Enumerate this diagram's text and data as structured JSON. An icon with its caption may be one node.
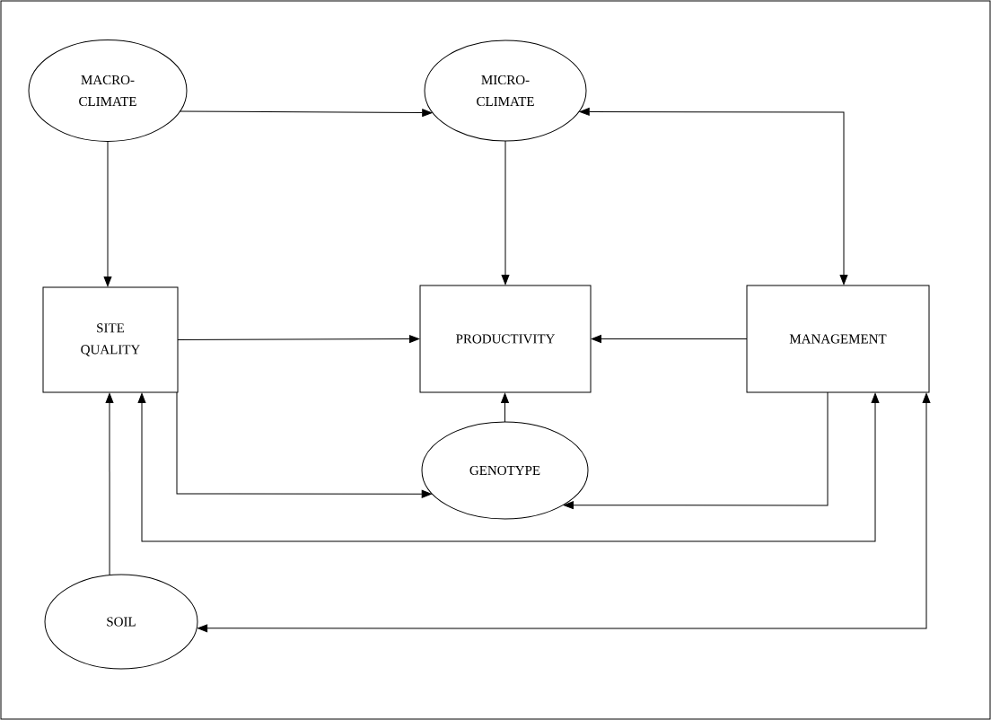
{
  "diagram": {
    "nodes": [
      {
        "text": [
          "MACRO- CLIMATE"
        ]
      },
      {
        "text": [
          "MICRO- CLIMATE"
        ]
      },
      {
        "text": [
          "SITE QUALITY"
        ]
      },
      {
        "text": [
          "PRODUCTIVITY"
        ]
      },
      {
        "text": [
          "MANAGEMENT"
        ]
      },
      {
        "text": [
          "GENOTYPE"
        ]
      },
      {
        "text": [
          "SOIL"
        ]
      }
    ],
    "edges": [
      {
        "from": 0,
        "to": 1,
        "arrow": "to"
      },
      {
        "from": 0,
        "to": 2,
        "arrow": "to"
      },
      {
        "from": 1,
        "to": 3,
        "arrow": "to"
      },
      {
        "from": 1,
        "to": 4,
        "arrow": "both"
      },
      {
        "from": 2,
        "to": 3,
        "arrow": "to"
      },
      {
        "from": 4,
        "to": 3,
        "arrow": "to"
      },
      {
        "from": 5,
        "to": 3,
        "arrow": "to"
      },
      {
        "from": 2,
        "to": 5,
        "arrow": "to"
      },
      {
        "from": 4,
        "to": 5,
        "arrow": "to"
      },
      {
        "from": 6,
        "to": 2,
        "arrow": "to"
      },
      {
        "from": 2,
        "to": 4,
        "arrow": "both"
      },
      {
        "from": 6,
        "to": 4,
        "arrow": "both"
      }
    ]
  }
}
